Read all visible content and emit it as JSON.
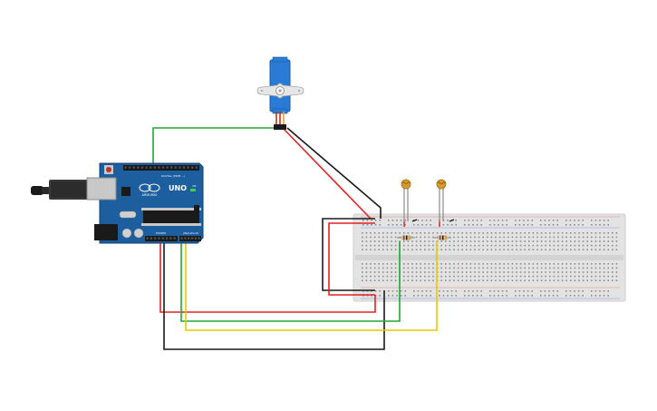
{
  "arduino": {
    "brand": "ARDUINO",
    "model": "UNO",
    "digital_label": "DIGITAL (PWM ~)",
    "power_label": "POWER",
    "analog_label": "ANALOG IN",
    "on_label": "ON",
    "pcb_color": "#1d5f9e"
  },
  "servo": {
    "body_color": "#2a7bd6",
    "horn_color": "#e6e6e6"
  },
  "breadboard": {
    "color": "#e3e3e3",
    "hole_color": "#8a8a8a"
  },
  "wire_colors": {
    "red": "#e32222",
    "black": "#1a1a1a",
    "green": "#1fa834",
    "yellow": "#e6c800"
  },
  "photoresistor": {
    "body_color": "#d79a2e",
    "lead_color": "#8a8a8a"
  },
  "resistor": {
    "body_color": "#d7b38a",
    "band_colors": [
      "#8a4b12",
      "#1a1a1a",
      "#d8a10c"
    ]
  }
}
